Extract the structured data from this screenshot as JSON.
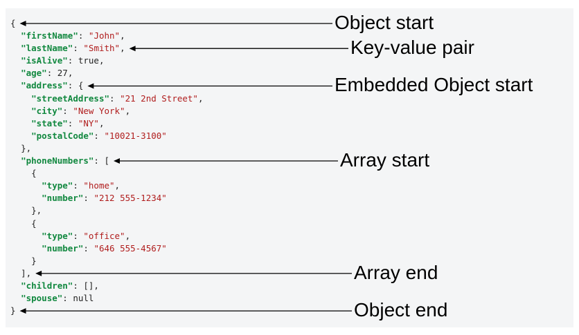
{
  "lines": [
    {
      "indent": 0,
      "tokens": [
        [
          "p",
          "{"
        ]
      ]
    },
    {
      "indent": 1,
      "tokens": [
        [
          "k",
          "\"firstName\""
        ],
        [
          "p",
          ": "
        ],
        [
          "s",
          "\"John\""
        ],
        [
          "p",
          ","
        ]
      ]
    },
    {
      "indent": 1,
      "tokens": [
        [
          "k",
          "\"lastName\""
        ],
        [
          "p",
          ": "
        ],
        [
          "s",
          "\"Smith\""
        ],
        [
          "p",
          ","
        ]
      ]
    },
    {
      "indent": 1,
      "tokens": [
        [
          "k",
          "\"isAlive\""
        ],
        [
          "p",
          ": "
        ],
        [
          "v",
          "true"
        ],
        [
          "p",
          ","
        ]
      ]
    },
    {
      "indent": 1,
      "tokens": [
        [
          "k",
          "\"age\""
        ],
        [
          "p",
          ": "
        ],
        [
          "v",
          "27"
        ],
        [
          "p",
          ","
        ]
      ]
    },
    {
      "indent": 1,
      "tokens": [
        [
          "k",
          "\"address\""
        ],
        [
          "p",
          ": {"
        ]
      ]
    },
    {
      "indent": 2,
      "tokens": [
        [
          "k",
          "\"streetAddress\""
        ],
        [
          "p",
          ": "
        ],
        [
          "s",
          "\"21 2nd Street\""
        ],
        [
          "p",
          ","
        ]
      ]
    },
    {
      "indent": 2,
      "tokens": [
        [
          "k",
          "\"city\""
        ],
        [
          "p",
          ": "
        ],
        [
          "s",
          "\"New York\""
        ],
        [
          "p",
          ","
        ]
      ]
    },
    {
      "indent": 2,
      "tokens": [
        [
          "k",
          "\"state\""
        ],
        [
          "p",
          ": "
        ],
        [
          "s",
          "\"NY\""
        ],
        [
          "p",
          ","
        ]
      ]
    },
    {
      "indent": 2,
      "tokens": [
        [
          "k",
          "\"postalCode\""
        ],
        [
          "p",
          ": "
        ],
        [
          "s",
          "\"10021-3100\""
        ]
      ]
    },
    {
      "indent": 1,
      "tokens": [
        [
          "p",
          "},"
        ]
      ]
    },
    {
      "indent": 1,
      "tokens": [
        [
          "k",
          "\"phoneNumbers\""
        ],
        [
          "p",
          ": ["
        ]
      ]
    },
    {
      "indent": 2,
      "tokens": [
        [
          "p",
          "{"
        ]
      ]
    },
    {
      "indent": 3,
      "tokens": [
        [
          "k",
          "\"type\""
        ],
        [
          "p",
          ": "
        ],
        [
          "s",
          "\"home\""
        ],
        [
          "p",
          ","
        ]
      ]
    },
    {
      "indent": 3,
      "tokens": [
        [
          "k",
          "\"number\""
        ],
        [
          "p",
          ": "
        ],
        [
          "s",
          "\"212 555-1234\""
        ]
      ]
    },
    {
      "indent": 2,
      "tokens": [
        [
          "p",
          "},"
        ]
      ]
    },
    {
      "indent": 2,
      "tokens": [
        [
          "p",
          "{"
        ]
      ]
    },
    {
      "indent": 3,
      "tokens": [
        [
          "k",
          "\"type\""
        ],
        [
          "p",
          ": "
        ],
        [
          "s",
          "\"office\""
        ],
        [
          "p",
          ","
        ]
      ]
    },
    {
      "indent": 3,
      "tokens": [
        [
          "k",
          "\"number\""
        ],
        [
          "p",
          ": "
        ],
        [
          "s",
          "\"646 555-4567\""
        ]
      ]
    },
    {
      "indent": 2,
      "tokens": [
        [
          "p",
          "}"
        ]
      ]
    },
    {
      "indent": 1,
      "tokens": [
        [
          "p",
          "],"
        ]
      ]
    },
    {
      "indent": 1,
      "tokens": [
        [
          "k",
          "\"children\""
        ],
        [
          "p",
          ": [],"
        ]
      ]
    },
    {
      "indent": 1,
      "tokens": [
        [
          "k",
          "\"spouse\""
        ],
        [
          "p",
          ": "
        ],
        [
          "v",
          "null"
        ]
      ]
    },
    {
      "indent": 0,
      "tokens": [
        [
          "p",
          "}"
        ]
      ]
    }
  ],
  "annotations": [
    {
      "label": "Object start",
      "line": 0
    },
    {
      "label": "Key-value pair",
      "line": 2
    },
    {
      "label": "Embedded Object start",
      "line": 5
    },
    {
      "label": "Array start",
      "line": 11
    },
    {
      "label": "Array end",
      "line": 20
    },
    {
      "label": "Object end",
      "line": 23
    }
  ],
  "colors": {
    "key": "#11883f",
    "string": "#b01d1d",
    "plain": "#222222",
    "panel": "#f4f5f6"
  }
}
